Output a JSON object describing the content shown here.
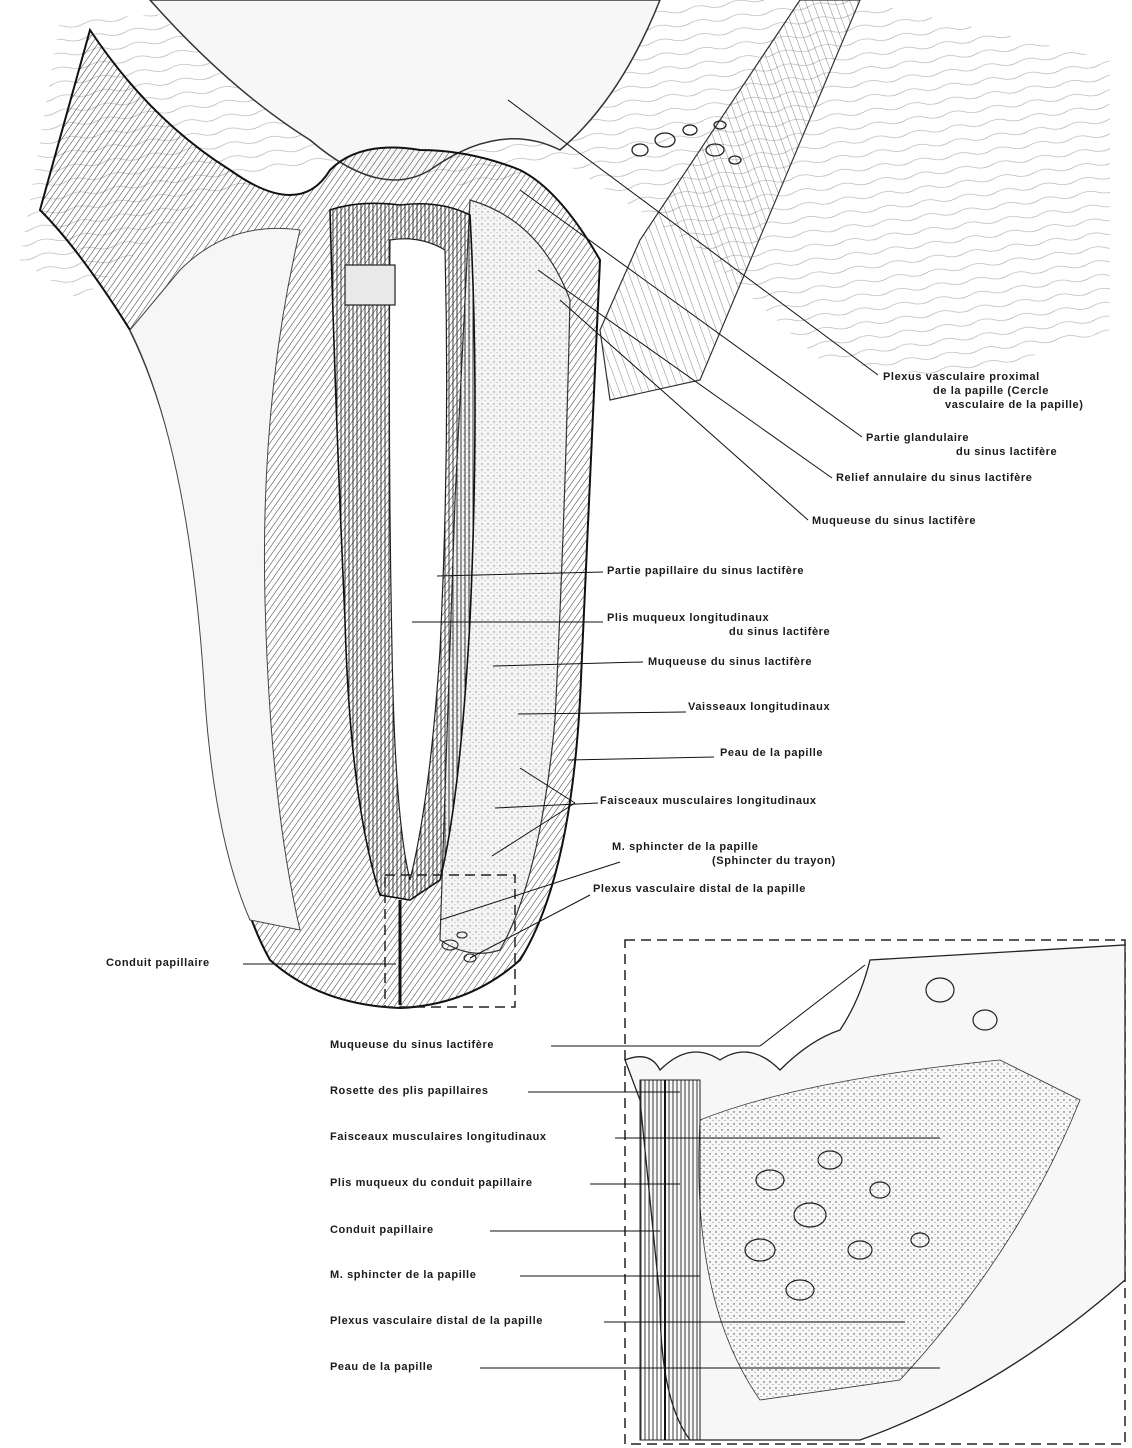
{
  "labels": {
    "plexus_prox": [
      "Plexus vasculaire proximal",
      "de la papille (Cercle",
      "vasculaire de la papille)"
    ],
    "partie_gland": [
      "Partie glandulaire",
      "du sinus lactifère"
    ],
    "relief": "Relief annulaire du sinus lactifère",
    "muqueuse_top": "Muqueuse du sinus lactifère",
    "partie_papil": "Partie papillaire du sinus lactifère",
    "plis_long": [
      "Plis muqueux longitudinaux",
      "du sinus lactifère"
    ],
    "muqueuse_mid": "Muqueuse du sinus lactifère",
    "vaisseaux": "Vaisseaux longitudinaux",
    "peau": "Peau de la papille",
    "faisceaux": "Faisceaux musculaires longitudinaux",
    "sphincter": [
      "M. sphincter de la papille",
      "(Sphincter du trayon)"
    ],
    "plexus_distal": "Plexus vasculaire distal de la papille",
    "conduit": "Conduit papillaire"
  },
  "inset_labels": [
    "Muqueuse du sinus lactifère",
    "Rosette des plis papillaires",
    "Faisceaux musculaires longitudinaux",
    "Plis muqueux du conduit papillaire",
    "Conduit papillaire",
    "M. sphincter de la papille",
    "Plexus vasculaire distal de la papille",
    "Peau de la papille"
  ]
}
